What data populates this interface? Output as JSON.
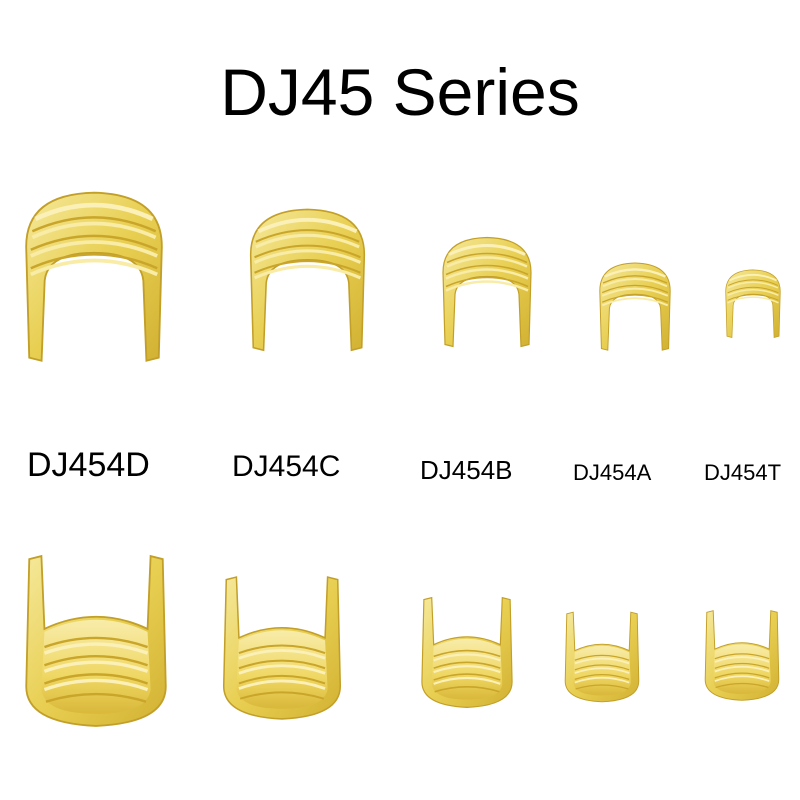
{
  "title": "DJ45 Series",
  "colors": {
    "background": "#ffffff",
    "text": "#000000",
    "brass_light": "#f3e491",
    "brass_mid": "#e6cc4a",
    "brass_dark": "#c9a52a",
    "brass_edge": "#b08f1e"
  },
  "parts": [
    {
      "label": "DJ454D",
      "top_view": "closed-back-icon",
      "bottom_view": "open-front-icon"
    },
    {
      "label": "DJ454C",
      "top_view": "closed-back-icon",
      "bottom_view": "open-front-icon"
    },
    {
      "label": "DJ454B",
      "top_view": "closed-back-icon",
      "bottom_view": "open-front-icon"
    },
    {
      "label": "DJ454A",
      "top_view": "closed-back-icon",
      "bottom_view": "open-front-icon"
    },
    {
      "label": "DJ454T",
      "top_view": "closed-back-icon",
      "bottom_view": "open-front-icon"
    }
  ]
}
